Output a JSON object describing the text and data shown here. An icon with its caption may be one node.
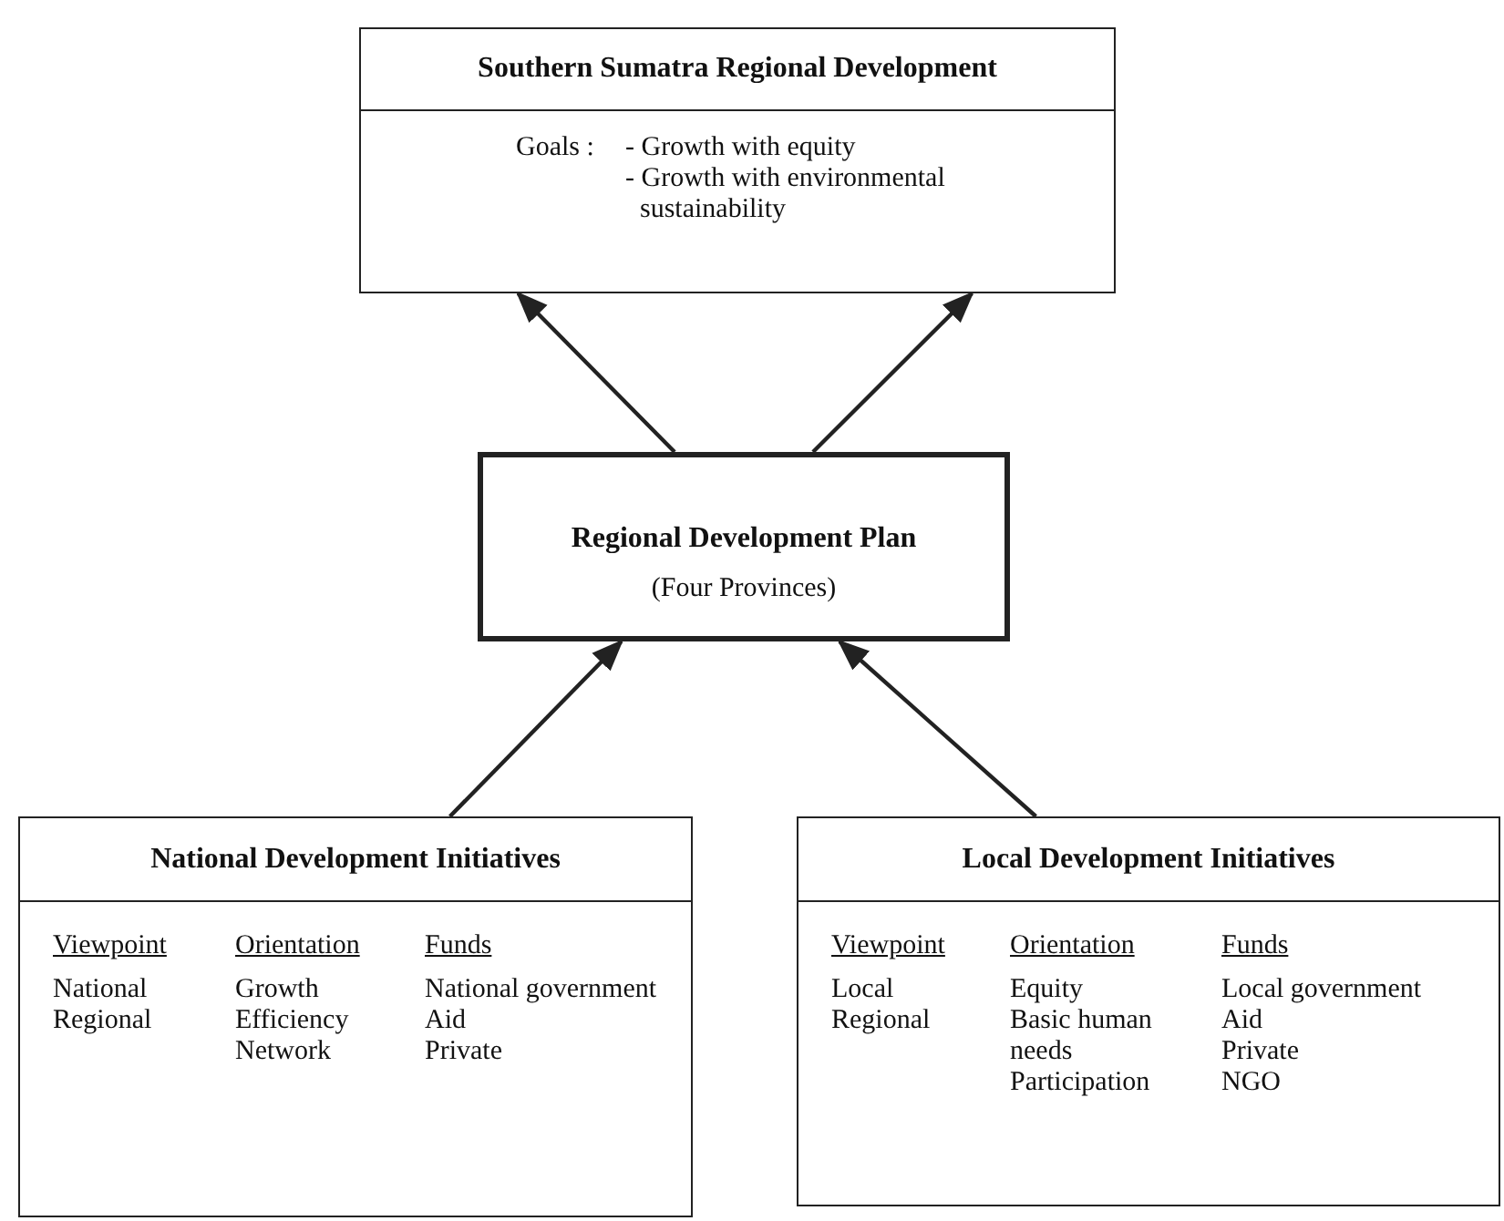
{
  "diagram": {
    "nodes": [
      {
        "text": [
          "Southern Sumatra Regional Development",
          "Goals :",
          "- Growth with equity",
          "- Growth with environmental sustainability"
        ]
      },
      {
        "text": [
          "Regional Development Plan",
          "(Four Provinces)"
        ]
      },
      {
        "text": [
          "National Development Initiatives",
          "Viewpoint",
          "Orientation",
          "Funds",
          "National",
          "Regional",
          "Growth",
          "Efficiency",
          "Network",
          "National government",
          "Aid",
          "Private"
        ]
      },
      {
        "text": [
          "Local Development Initiatives",
          "Viewpoint",
          "Orientation",
          "Funds",
          "Local",
          "Regional",
          "Equity",
          "Basic human needs",
          "Participation",
          "Local government",
          "Aid",
          "Private",
          "NGO"
        ]
      }
    ],
    "edges": [
      {
        "from": 1,
        "to": 0,
        "arrow": "to"
      },
      {
        "from": 1,
        "to": 0,
        "arrow": "to"
      },
      {
        "from": 2,
        "to": 1,
        "arrow": "to"
      },
      {
        "from": 3,
        "to": 1,
        "arrow": "to"
      }
    ]
  }
}
